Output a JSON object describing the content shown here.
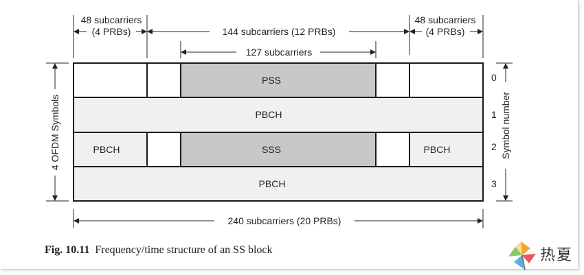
{
  "diagram": {
    "top_labels": {
      "left_48_line1": "48 subcarriers",
      "left_48_line2": "(4 PRBs)",
      "middle_144": "144 subcarriers (12 PRBs)",
      "right_48_line1": "48 subcarriers",
      "right_48_line2": "(4 PRBs)",
      "middle_127": "127 subcarriers"
    },
    "bottom_label": "240 subcarriers (20 PRBs)",
    "left_label": "4 OFDM Symbols",
    "right_label": "Symbol number",
    "symbol_numbers": [
      "0",
      "1",
      "2",
      "3"
    ],
    "cells": {
      "pss": "PSS",
      "pbch_row1": "PBCH",
      "pbch_row2_left": "PBCH",
      "sss": "SSS",
      "pbch_row2_right": "PBCH",
      "pbch_row3": "PBCH"
    },
    "colors": {
      "sync_fill": "#c8c8c8",
      "pbch_fill": "#f0f0f0",
      "empty_fill": "#ffffff",
      "border": "#1a1a1a"
    }
  },
  "caption": {
    "label": "Fig. 10.11",
    "text": "Frequency/time structure of an SS block"
  },
  "watermark": {
    "icon": "pinwheel-logo-icon",
    "text": "热夏"
  }
}
